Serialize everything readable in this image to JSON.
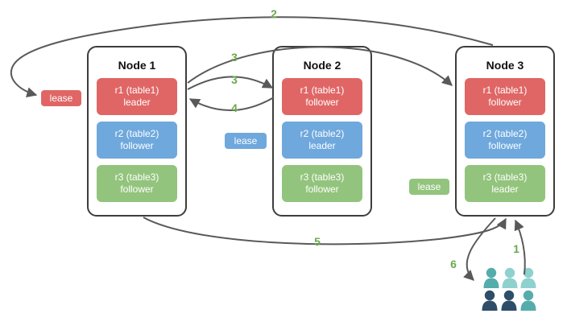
{
  "diagram": {
    "nodes": [
      {
        "title": "Node 1",
        "replicas": [
          {
            "name": "r1 (table1)",
            "role": "leader"
          },
          {
            "name": "r2 (table2)",
            "role": "follower"
          },
          {
            "name": "r3 (table3)",
            "role": "follower"
          }
        ]
      },
      {
        "title": "Node 2",
        "replicas": [
          {
            "name": "r1 (table1)",
            "role": "follower"
          },
          {
            "name": "r2 (table2)",
            "role": "leader"
          },
          {
            "name": "r3 (table3)",
            "role": "follower"
          }
        ]
      },
      {
        "title": "Node 3",
        "replicas": [
          {
            "name": "r1 (table1)",
            "role": "follower"
          },
          {
            "name": "r2 (table2)",
            "role": "follower"
          },
          {
            "name": "r3 (table3)",
            "role": "leader"
          }
        ]
      }
    ],
    "leases": {
      "red": "lease",
      "blue": "lease",
      "green": "lease"
    },
    "steps": {
      "s1": "1",
      "s2": "2",
      "s3_long": "3",
      "s3_short": "3",
      "s4": "4",
      "s5": "5",
      "s6": "6"
    },
    "icons": {
      "clients": "users-icon"
    },
    "colors": {
      "replica_red": "#e06666",
      "replica_blue": "#6fa8dc",
      "replica_green": "#93c47d",
      "step_label_green": "#6aa84f",
      "arrow_gray": "#595959",
      "client_light_teal": "#8ed1cf",
      "client_teal": "#55acab",
      "client_dark_navy": "#2e4d68"
    }
  }
}
